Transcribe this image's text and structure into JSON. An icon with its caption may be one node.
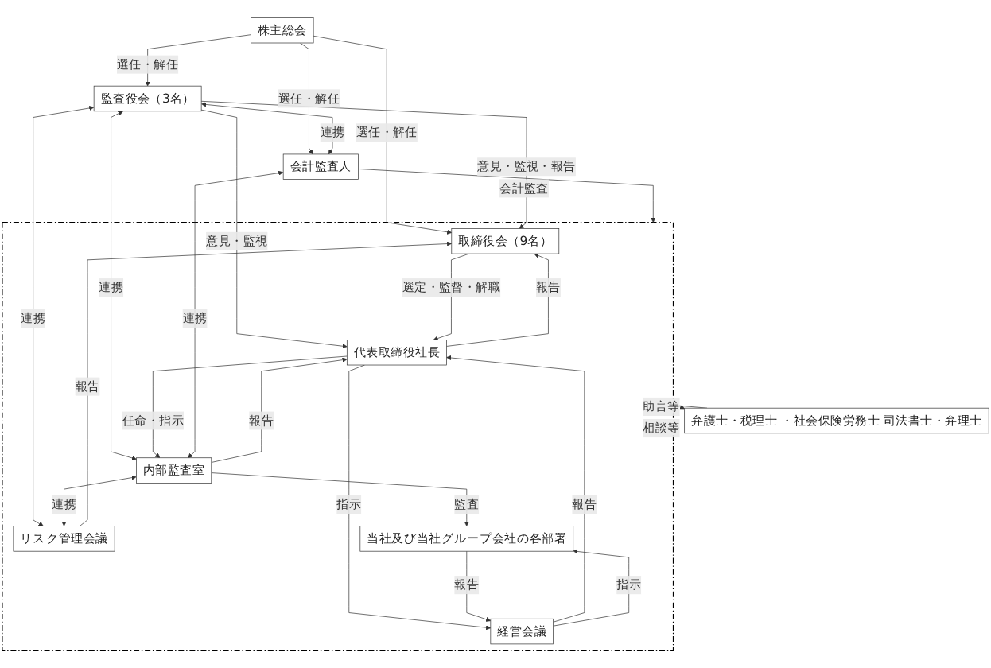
{
  "diagram": {
    "nodes": [
      {
        "text": [
          "株主総会"
        ]
      },
      {
        "text": [],
        "shape": "box"
      },
      {
        "text": [
          "取締役会（9名）"
        ],
        "in": 1
      },
      {
        "text": [
          "監査役会（3名）"
        ]
      },
      {
        "text": [
          "会計監査人"
        ]
      },
      {
        "text": [
          "代表取締役社長"
        ],
        "in": 1
      },
      {
        "text": [
          "内部監査室"
        ],
        "in": 1
      },
      {
        "text": [
          "経営会議"
        ],
        "in": 1
      },
      {
        "text": [
          "リスク管理会議"
        ],
        "in": 1
      },
      {
        "text": [
          "当社及び当社グループ会社の各部署"
        ],
        "in": 1
      },
      {
        "text": [
          "弁護士・税理士 ・社会保険労務士 司法書士・弁理士"
        ]
      }
    ],
    "edges": [
      {
        "from": 0,
        "to": 2,
        "arrow": "to",
        "label": "選任・解任"
      },
      {
        "from": 0,
        "to": 3,
        "arrow": "to",
        "label": "選任・解任"
      },
      {
        "from": 0,
        "to": 4,
        "arrow": "to",
        "label": "選任・解任"
      },
      {
        "from": 3,
        "to": 2,
        "arrow": "to",
        "label": "意見・監視・報告"
      },
      {
        "from": 3,
        "to": 5,
        "arrow": "to",
        "label": "意見・監視"
      },
      {
        "from": 3,
        "to": 4,
        "arrow": "both",
        "label": "連携"
      },
      {
        "from": 3,
        "to": 6,
        "arrow": "both",
        "label": "連携"
      },
      {
        "from": 3,
        "to": 8,
        "arrow": "both",
        "label": "連携"
      },
      {
        "from": 2,
        "to": 5,
        "arrow": "to",
        "label": "選定・監督・解職"
      },
      {
        "from": 5,
        "to": 2,
        "arrow": "to",
        "label": "報告"
      },
      {
        "from": 5,
        "to": 6,
        "arrow": "to",
        "label": "任命・指示"
      },
      {
        "from": 6,
        "to": 5,
        "arrow": "to",
        "label": "報告"
      },
      {
        "from": 8,
        "to": 2,
        "arrow": "to",
        "label": "報告"
      },
      {
        "from": 6,
        "to": 8,
        "arrow": "both",
        "label": "連携"
      },
      {
        "from": 4,
        "to": 6,
        "arrow": "both",
        "label": "連携"
      },
      {
        "from": 4,
        "to": 1,
        "arrow": "to",
        "label": "会計監査"
      },
      {
        "from": 5,
        "to": 7,
        "arrow": "to",
        "label": "指示"
      },
      {
        "from": 7,
        "to": 5,
        "arrow": "to",
        "label": "報告"
      },
      {
        "from": 7,
        "to": 9,
        "arrow": "to",
        "label": "指示"
      },
      {
        "from": 9,
        "to": 7,
        "arrow": "to",
        "label": "報告"
      },
      {
        "from": 6,
        "to": 9,
        "arrow": "to",
        "label": "監査"
      },
      {
        "from": 10,
        "to": 1,
        "arrow": "to",
        "label": "助言等"
      },
      {
        "from": 1,
        "to": 10,
        "arrow": "to",
        "label": "相談等"
      }
    ]
  }
}
